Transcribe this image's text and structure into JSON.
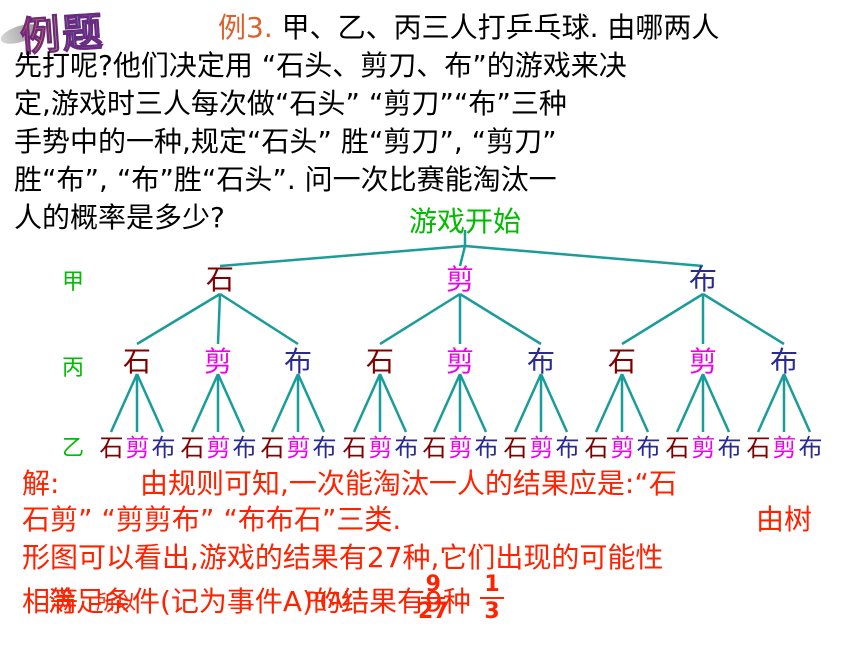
{
  "logo_text": "例题",
  "problem": {
    "example_label": "例3.",
    "line1": " 甲、乙、丙三人打乒乓球. 由哪两人",
    "line2": "先打呢?他们决定用 “石头、剪刀、布”的游戏来决",
    "line3": "定,游戏时三人每次做“石头” “剪刀”“布”三种",
    "line4": "手势中的一种,规定“石头” 胜“剪刀”, “剪刀”",
    "line5": "胜“布”, “布”胜“石头”. 问一次比赛能淘汰一",
    "line6": "人的概率是多少?"
  },
  "tree": {
    "root": "游戏开始",
    "row_labels": [
      "甲",
      "丙",
      "乙"
    ],
    "level1": [
      "石",
      "剪",
      "布"
    ],
    "level2": [
      "石",
      "剪",
      "布",
      "石",
      "剪",
      "布",
      "石",
      "剪",
      "布"
    ],
    "leaf_symbols": [
      "石",
      "剪",
      "布"
    ],
    "colors": {
      "shi": "#800000",
      "jian": "#ee00ee",
      "bu": "#2a2a90",
      "line": "#1a9c98",
      "root": "#00bb00"
    }
  },
  "solution": {
    "label": "解:",
    "line1": "由规则可知,一次能淘汰一人的结果应是:“石",
    "line2": "石剪” “剪剪布” “布布石”三类.",
    "line2_tail": "由树",
    "line3": "形图可以看出,游戏的结果有27种,它们出现的可能性",
    "line4_a": "相等",
    "line4_b": "所以",
    "line4_c": "满足条件(记为事件A)的结果有9种",
    "line4_d": "P(A)=",
    "frac1_num": "9",
    "frac1_den": "27",
    "frac2_num": "1",
    "frac2_den": "3"
  }
}
